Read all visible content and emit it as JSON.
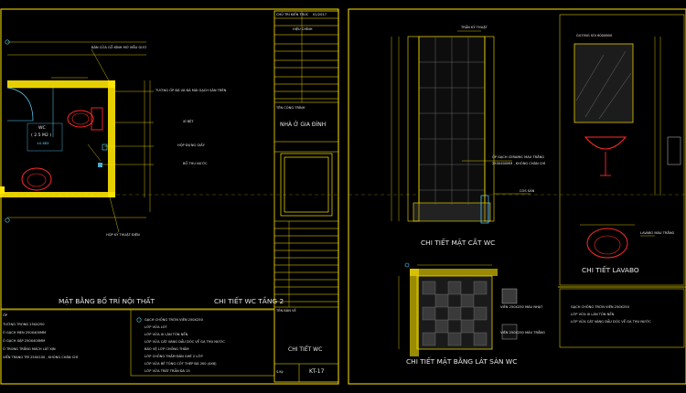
{
  "colors": {
    "background": "#000000",
    "frame": "#ffe600",
    "wall": "#ffe600",
    "fixture": "#ff2a2a",
    "text": "#e8e8e8",
    "accent": "#5ad7ff",
    "dashed": "#ffe600"
  },
  "left_sheet": {
    "titles": {
      "plan": "MẶT BẰNG BỐ TRÍ NỘI THẤT",
      "detail": "CHI TIẾT WC TẦNG 2"
    },
    "room_label": "WC",
    "room_area": "( 2.5 M2 )",
    "room_level": "±0.683",
    "callouts_top": [
      "BẢN CỬA GỖ KÍNH MỜ MẪU GƯƠ"
    ],
    "callouts_right": [
      "TƯỜNG ỐP ĐÁ VÀ ĐÁ MÀI GẠCH SẢN TRÊN",
      "XÍ BỆT",
      "HỘP ĐỰNG GIẤY",
      "BỒ THU NƯỚC"
    ],
    "callout_bottom": "HỘP KỸ THUẬT ĐIỆN",
    "notes_left": [
      "ỐP",
      "TƯỜNG TRONG 250X250",
      "Ô GẠCH MEN 250X400MM",
      "Ô GẠCH XẬP 250X400MM",
      "Ô TRONG TRẮNG MÁCH LÁT XỊN",
      "VIỀN TRANG TRÍ 250X100 , KHÔNG CHÂN CHÍ"
    ],
    "notes_right": [
      "GẠCH CHỐNG TRƠN VIÊN 250X250",
      "LỚP VỮA LÓT",
      "LỚP VỮA XI LÀN TÔN NỀN",
      "LỚP VỮA CÁT VÀNG DẦU DÓC VỀ GA THU NƯỚC",
      "BẢO VỆ LỚP CHỐNG THẤM",
      "LỚP CHỐNG THẤM ĐẢN GHÉ 2 LỚP",
      "LỚP VỮA BÊ TÔNG CỐT THÉP ĐÁ 200 (4X6)",
      "LỚP VỮA TRÁT TRẦN ĐÁ 15"
    ]
  },
  "title_block": {
    "header1": "CHỦ TRÌ KIẾN TRÚC",
    "header2": "01/2017",
    "header3": "HIỆU CHỈNH",
    "project_label": "TÊN CÔNG TRÌNH",
    "project_name": "NHÀ Ở GIA ĐÌNH",
    "drawing_label": "TÊN BẢN VẼ",
    "drawing_name": "CHI TIẾT WC",
    "sheet_prefix": "S.Ký",
    "sheet_number": "KT-17"
  },
  "right_sheet": {
    "wall_section_title": "CHI TIẾT MẶT CẮT WC",
    "floor_title": "CHI TIẾT MẶT BẰNG LÁT SÀN WC",
    "lavabo_title": "CHI TIẾT LAVABO",
    "callout_top": "TRẦN KỸ THUẬT",
    "callout_tile": "ỐP GẠCH CERAMIC MÀU TRẮNG",
    "callout_tile2": "250X400MM , KHÔNG CHÂN CHÍ",
    "callout_level": "COS SÀN",
    "legend_dark": "VIÊN 250X250 MÀU NHẠT",
    "legend_light": "VIÊN 250X250 MÀU TRẮNG",
    "lavabo_callouts": [
      "GƯƠNG SOI 600X800",
      "LAVABO MÀU TRẮNG"
    ],
    "notes": [
      "GẠCH CHỐNG TRƠN VIÊN 250X250",
      "LỚP VỮA XI LÀN TÔN NỀN",
      "LỚP VỮA CÁT VÀNG DẦU DÓC VỀ GA THU NƯỚC"
    ]
  }
}
